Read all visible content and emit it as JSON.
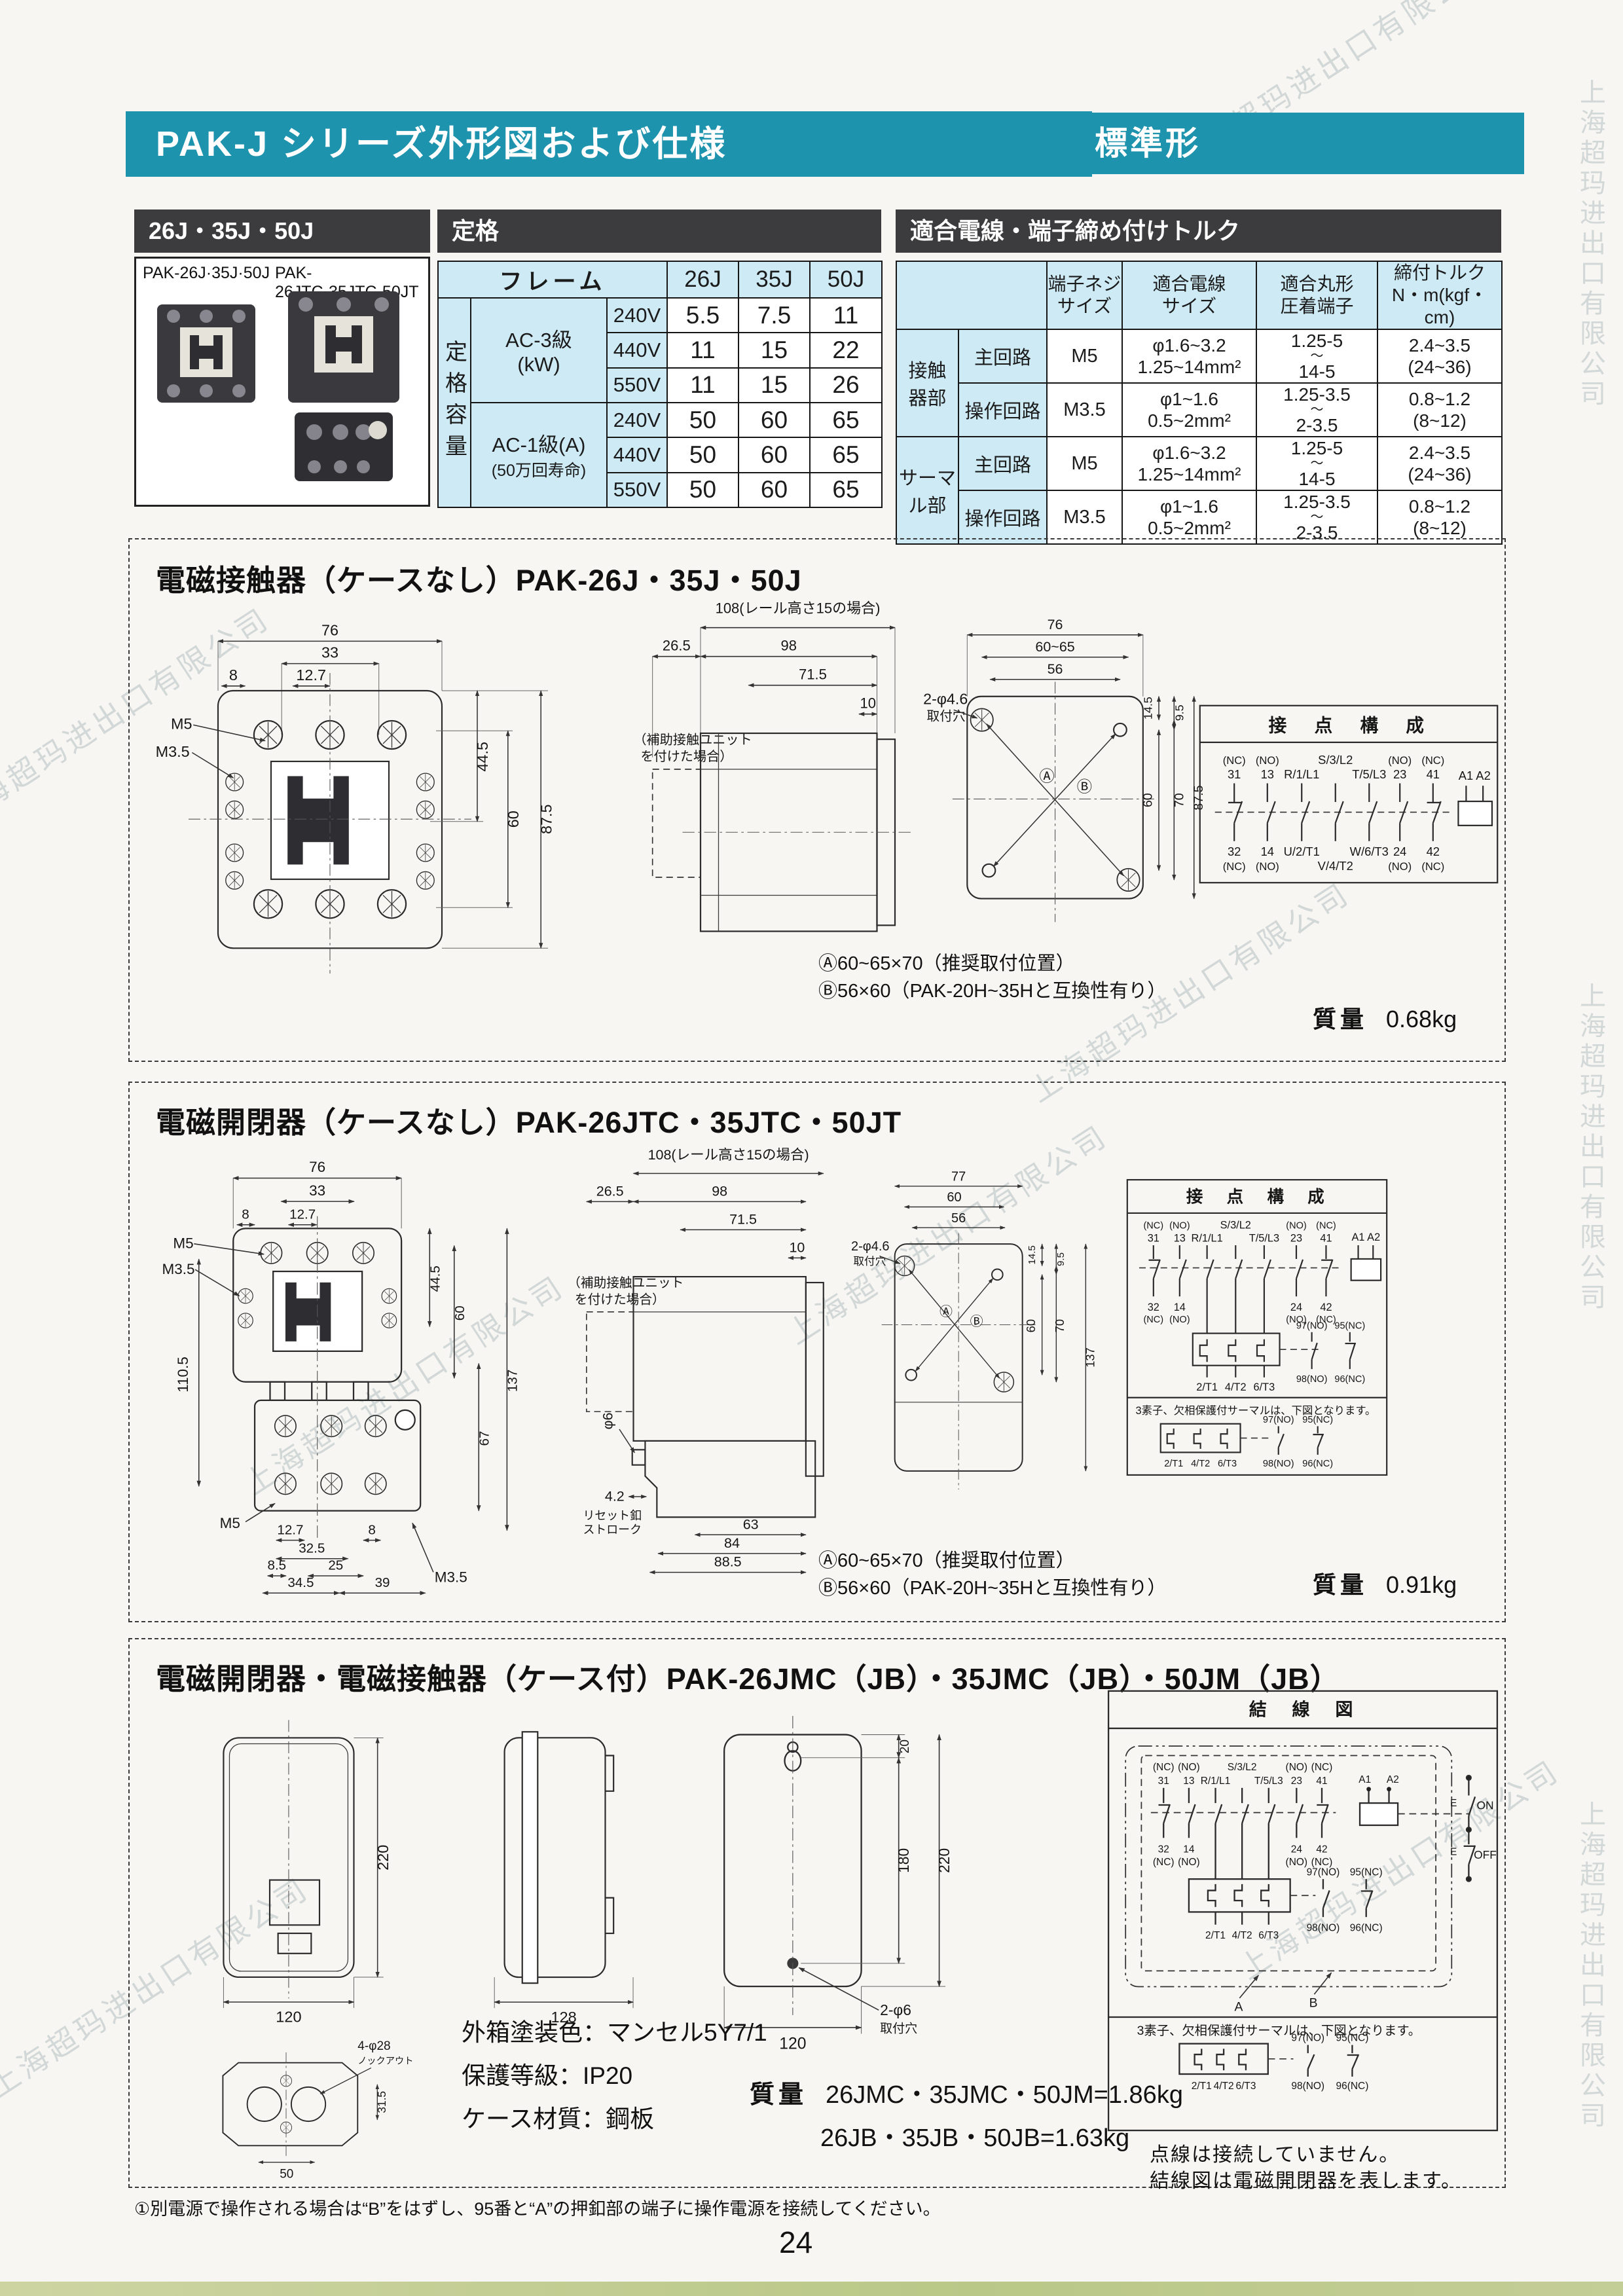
{
  "page": {
    "page_number": "24",
    "footnote": "①別電源で操作される場合は“B”をはずし、95番と“A”の押釦部の端子に操作電源を接続してください。",
    "watermark": "上海超玛进出口有限公司"
  },
  "header": {
    "title": "PAK-J シリーズ外形図および仕様",
    "badge": "標準形"
  },
  "product": {
    "header": "26J・35J・50J",
    "label_left": "PAK-26J·35J·50J",
    "label_right": "PAK-26JTC·35JTC·50JT"
  },
  "rating": {
    "header": "定格",
    "frame_label": "フレーム",
    "frames": [
      "26J",
      "35J",
      "50J"
    ],
    "capacity_label": "定格容量",
    "groups": [
      {
        "label": "AC-3級",
        "unit": "(kW)",
        "rows": [
          {
            "v": "240V",
            "vals": [
              "5.5",
              "7.5",
              "11"
            ]
          },
          {
            "v": "440V",
            "vals": [
              "11",
              "15",
              "22"
            ]
          },
          {
            "v": "550V",
            "vals": [
              "11",
              "15",
              "26"
            ]
          }
        ]
      },
      {
        "label": "AC-1級(A)",
        "unit": "(50万回寿命)",
        "rows": [
          {
            "v": "240V",
            "vals": [
              "50",
              "60",
              "65"
            ]
          },
          {
            "v": "440V",
            "vals": [
              "50",
              "60",
              "65"
            ]
          },
          {
            "v": "550V",
            "vals": [
              "50",
              "60",
              "65"
            ]
          }
        ]
      }
    ]
  },
  "torque": {
    "header": "適合電線・端子締め付けトルク",
    "tilde": "〜",
    "cols": [
      {
        "a": "端子ネジ",
        "b": "サイズ"
      },
      {
        "a": "適合電線",
        "b": "サイズ"
      },
      {
        "a": "適合丸形",
        "b": "圧着端子"
      },
      {
        "a": "締付トルク",
        "b": "N・m(kgf・cm)"
      }
    ],
    "groups": [
      {
        "label_a": "接触",
        "label_b": "器部",
        "rows": [
          {
            "circuit": "主回路",
            "screw": "M5",
            "wire_a": "φ1.6~3.2",
            "wire_b": "1.25~14mm²",
            "term_a": "1.25-5",
            "term_b": "14-5",
            "tq_a": "2.4~3.5",
            "tq_b": "(24~36)"
          },
          {
            "circuit": "操作回路",
            "screw": "M3.5",
            "wire_a": "φ1~1.6",
            "wire_b": "0.5~2mm²",
            "term_a": "1.25-3.5",
            "term_b": "2-3.5",
            "tq_a": "0.8~1.2",
            "tq_b": "(8~12)"
          }
        ]
      },
      {
        "label_a": "サーマ",
        "label_b": "ル部",
        "rows": [
          {
            "circuit": "主回路",
            "screw": "M5",
            "wire_a": "φ1.6~3.2",
            "wire_b": "1.25~14mm²",
            "term_a": "1.25-5",
            "term_b": "14-5",
            "tq_a": "2.4~3.5",
            "tq_b": "(24~36)"
          },
          {
            "circuit": "操作回路",
            "screw": "M3.5",
            "wire_a": "φ1~1.6",
            "wire_b": "0.5~2mm²",
            "term_a": "1.25-3.5",
            "term_b": "2-3.5",
            "tq_a": "0.8~1.2",
            "tq_b": "(8~12)"
          }
        ]
      }
    ]
  },
  "s1": {
    "title": "電磁接触器（ケースなし）PAK-26J・35J・50J",
    "front": {
      "d76": "76",
      "d33": "33",
      "d8": "8",
      "d127": "12.7",
      "m5": "M5",
      "m35": "M3.5",
      "d445": "44.5",
      "d60": "60",
      "d875": "87.5"
    },
    "side": {
      "d108": "108(レール高さ15の場合)",
      "d265": "26.5",
      "d98": "98",
      "d715": "71.5",
      "d10": "10",
      "aux1": "（補助接触ユニット",
      "aux2": "を付けた場合）"
    },
    "mount": {
      "d76": "76",
      "d6065": "60~65",
      "d56": "56",
      "d145": "14.5",
      "d95": "9.5",
      "hole1": "2-φ4.6",
      "hole2": "取付穴",
      "mark_a": "Ⓐ",
      "mark_b": "Ⓑ",
      "d60": "60",
      "d70": "70",
      "d875": "87.5"
    },
    "contact": {
      "title": "接　点　構　成",
      "p1t1": "(NC)",
      "p1t2": "31",
      "p2t1": "(NO)",
      "p2t2": "13",
      "p3t2": "R/1/L1",
      "p4t1": "S/3/L2",
      "p5t2": "T/5/L3",
      "p6t1": "(NO)",
      "p6t2": "23",
      "p7t1": "(NC)",
      "p7t2": "41",
      "coil": "A1 A2",
      "p1b1": "32",
      "p1b2": "(NC)",
      "p2b1": "14",
      "p2b2": "(NO)",
      "p3b1": "U/2/T1",
      "p4b2": "V/4/T2",
      "p5b1": "W/6/T3",
      "p6b1": "24",
      "p6b2": "(NO)",
      "p7b1": "42",
      "p7b2": "(NC)"
    },
    "note_a": "Ⓐ60~65×70（推奨取付位置）",
    "note_b": "Ⓑ56×60（PAK-20H~35Hと互換性有り）",
    "mass_label": "質量",
    "mass": "0.68kg"
  },
  "s2": {
    "title": "電磁開閉器（ケースなし）PAK-26JTC・35JTC・50JT",
    "front": {
      "d76": "76",
      "d33": "33",
      "d8": "8",
      "d127": "12.7",
      "m5": "M5",
      "m35": "M3.5",
      "d1105": "110.5",
      "d445": "44.5",
      "d60": "60",
      "d67": "67",
      "d137": "137",
      "b_m5": "M5",
      "b127": "12.7",
      "b325": "32.5",
      "b85": "8.5",
      "b25": "25",
      "b345": "34.5",
      "b39": "39",
      "b8": "8",
      "b_m35": "M3.5"
    },
    "side": {
      "d108": "108(レール高さ15の場合)",
      "d265": "26.5",
      "d98": "98",
      "d715": "71.5",
      "d10": "10",
      "aux1": "（補助接触ユニット",
      "aux2": "を付けた場合）",
      "phi6": "φ6",
      "d42": "4.2",
      "reset1": "リセット釦",
      "reset2": "ストローク",
      "d63": "63",
      "d84": "84",
      "d885": "88.5"
    },
    "mount": {
      "d77": "77",
      "d60t": "60",
      "d56": "56",
      "d145": "14.5",
      "d95": "9.5",
      "hole1": "2-φ4.6",
      "hole2": "取付穴",
      "mark_a": "Ⓐ",
      "mark_b": "Ⓑ",
      "d60": "60",
      "d70": "70",
      "d137": "137"
    },
    "contact": {
      "title": "接　点　構　成",
      "p1t1": "(NC)",
      "p1t2": "31",
      "p2t1": "(NO)",
      "p2t2": "13",
      "p3t2": "R/1/L1",
      "p4t1": "S/3/L2",
      "p5t2": "T/5/L3",
      "p6t1": "(NO)",
      "p6t2": "23",
      "p7t1": "(NC)",
      "p7t2": "41",
      "coil": "A1 A2",
      "p1b1": "32",
      "p1b2": "(NC)",
      "p2b1": "14",
      "p2b2": "(NO)",
      "p6b1": "24",
      "p6b2": "(NO)",
      "p7b1": "42",
      "p7b2": "(NC)",
      "t97": "97(NO)",
      "t95": "95(NC)",
      "t98": "98(NO)",
      "t96": "96(NC)",
      "tt1": "2/T1",
      "tt2": "4/T2",
      "tt3": "6/T3",
      "th_note": "3素子、欠相保護付サーマルは、下図となります。"
    },
    "note_a": "Ⓐ60~65×70（推奨取付位置）",
    "note_b": "Ⓑ56×60（PAK-20H~35Hと互換性有り）",
    "mass_label": "質量",
    "mass": "0.91kg"
  },
  "s3": {
    "title": "電磁開閉器・電磁接触器（ケース付）PAK-26JMC（JB）・35JMC（JB）・50JM（JB）",
    "front": {
      "d220": "220",
      "d120": "120"
    },
    "side": {
      "d128": "128"
    },
    "back": {
      "d20": "20",
      "d180": "180",
      "d220": "220",
      "d120": "120",
      "hole1": "2-φ6",
      "hole2": "取付穴"
    },
    "knock": {
      "d315": "31.5",
      "d50": "50",
      "label1": "4-φ28",
      "label2": "ノックアウト"
    },
    "spec1": "外箱塗装色：マンセル5Y7/1",
    "spec2": "保護等級：IP20",
    "spec3": "ケース材質：鋼板",
    "mass_label": "質量",
    "mass1": "26JMC・35JMC・50JM=1.86kg",
    "mass2": "26JB・35JB・50JB=1.63kg",
    "wiring": {
      "title": "結　線　図",
      "p1t1": "(NC)",
      "p1t2": "31",
      "p2t1": "(NO)",
      "p2t2": "13",
      "p3t2": "R/1/L1",
      "p4t1": "S/3/L2",
      "p5t2": "T/5/L3",
      "p6t1": "(NO)",
      "p6t2": "23",
      "p7t1": "(NC)",
      "p7t2": "41",
      "coil_a1": "A1",
      "coil_a2": "A2",
      "p1b1": "32",
      "p1b2": "(NC)",
      "p2b1": "14",
      "p2b2": "(NO)",
      "p6b1": "24",
      "p6b2": "(NO)",
      "p7b1": "42",
      "p7b2": "(NC)",
      "on": "ON",
      "off": "OFF",
      "e1": "E",
      "e2": "E",
      "mark_a": "A",
      "mark_b": "B",
      "t97": "97(NO)",
      "t95": "95(NC)",
      "t98": "98(NO)",
      "t96": "96(NC)",
      "tt1": "2/T1",
      "tt2": "4/T2",
      "tt3": "6/T3",
      "th_note": "3素子、欠相保護付サーマルは、下図となります。"
    },
    "fn1": "点線は接続していません。",
    "fn2": "結線図は電磁開閉器を表します。"
  }
}
